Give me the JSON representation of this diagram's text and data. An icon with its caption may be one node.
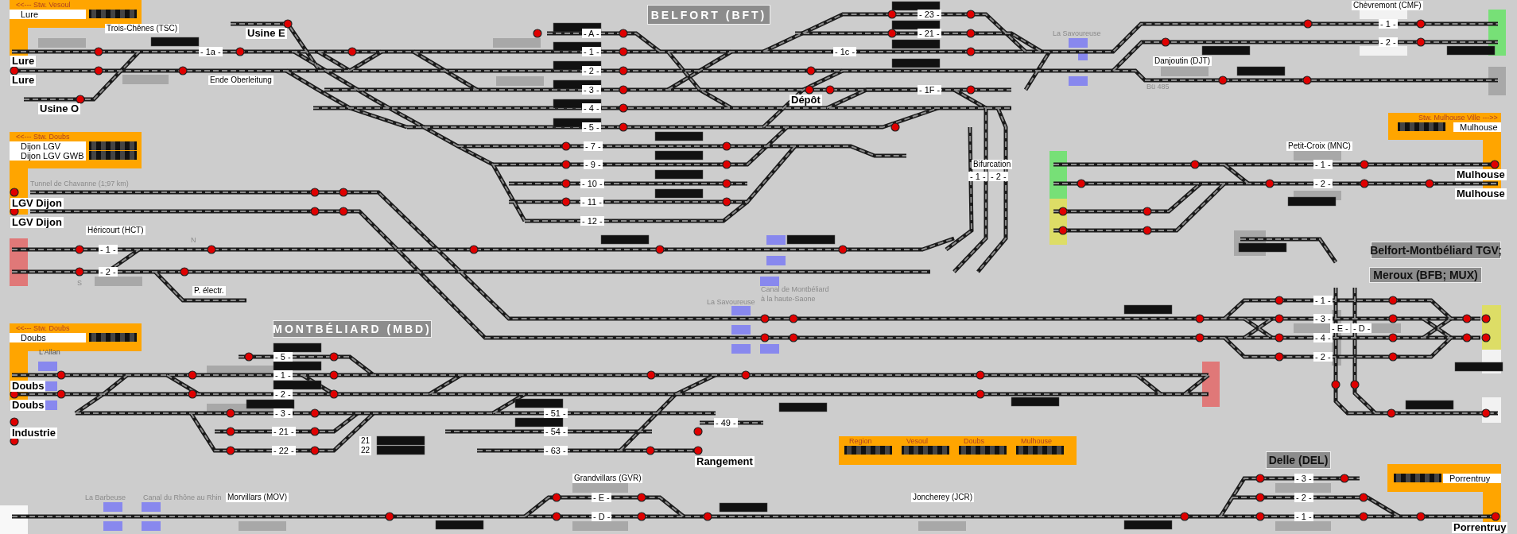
{
  "diagram": {
    "nodes": [
      {
        "text": [
          "<<--- Stw. Vesoul",
          "Lure"
        ]
      },
      {
        "text": [
          "<<--- Stw. Doubs",
          "Dijon LGV",
          "Dijon LGV GWB"
        ]
      },
      {
        "text": [
          "<<--- Stw. Doubs",
          "Doubs"
        ]
      },
      {
        "text": [
          "Stw. Mulhouse Ville --->>",
          "Mulhouse"
        ]
      },
      {
        "text": [
          "Region",
          "Vesoul",
          "Doubs",
          "Mulhouse"
        ]
      },
      {
        "text": [
          "Porrentruy"
        ]
      },
      {
        "text": [
          "BELFORT (BFT)"
        ]
      },
      {
        "text": [
          "MONTBÉLIARD (MBD)"
        ]
      },
      {
        "text": [
          "Belfort-Montbéliard TGV;"
        ]
      },
      {
        "text": [
          "Meroux (BFB; MUX)"
        ]
      },
      {
        "text": [
          "Delle (DEL)"
        ]
      }
    ],
    "labels": [
      "Trois-Chênes (TSC)",
      "- 1a -",
      "Usine E",
      "Lure",
      "Lure",
      "Ende Oberleitung",
      "Usine O",
      "- A -",
      "- 1 -",
      "- 2 -",
      "- 3 -",
      "- 4 -",
      "- 5 -",
      "- 23 -",
      "- 21 -",
      "- 1c -",
      "- 1F -",
      "Dépôt",
      "- 7 -",
      "- 9 -",
      "- 10 -",
      "- 11 -",
      "- 12 -",
      "Chèvremont (CMF)",
      "- 1 -",
      "- 2 -",
      "La Savoureuse",
      "Danjoutin (DJT)",
      "Bü 485",
      "Tunnel de Chavanne (1;97 km)",
      "Bifurcation",
      "- 1 -",
      "- 2 -",
      "Petit-Croix (MNC)",
      "- 1 -",
      "- 2 -",
      "Mulhouse",
      "Mulhouse",
      "LGV Dijon",
      "LGV Dijon",
      "Héricourt (HCT)",
      "N",
      "- 1 -",
      "- 2 -",
      "S",
      "P. électr.",
      "La Savoureuse",
      "Canal de Montbéliard à la haute-Saone",
      "- 1 -",
      "- 3 -",
      "- E -",
      "- D -",
      "- 4 -",
      "L'Allan",
      "- 5 -",
      "- 2 -",
      "- 1 -",
      "- 2 -",
      "- 3 -",
      "- 21 -",
      "- 22 -",
      "Doubs",
      "Doubs",
      "Industrie",
      "21",
      "22",
      "- 51 -",
      "- 54 -",
      "- 63 -",
      "- 49 -",
      "Rangement",
      "Grandvillars (GVR)",
      "- E -",
      "- D -",
      "Joncherey (JCR)",
      "- 3 -",
      "- 2 -",
      "- 1 -",
      "La Barbeuse",
      "Canal du Rhône au Rhin",
      "Morvillars (MOV)",
      "Porrentruy"
    ]
  }
}
